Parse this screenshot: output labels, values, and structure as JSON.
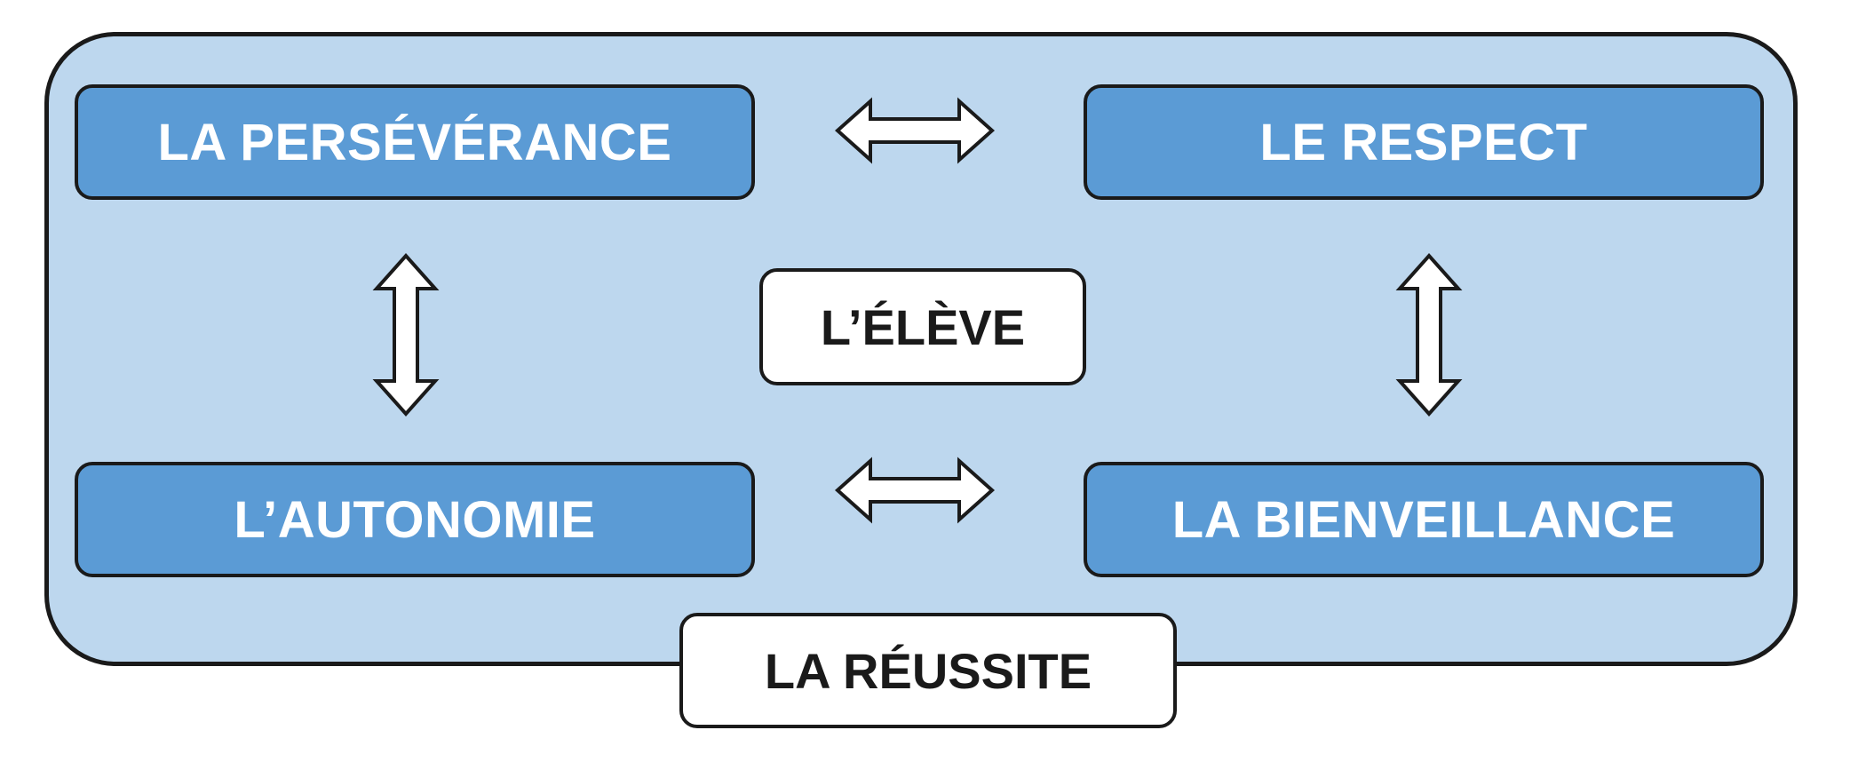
{
  "diagram": {
    "values": {
      "top_left": "LA PERSÉVÉRANCE",
      "top_right": "LE RESPECT",
      "bottom_left": "L’AUTONOMIE",
      "bottom_right": "LA BIENVEILLANCE"
    },
    "center": "L’ÉLÈVE",
    "outcome": "LA RÉUSSITE"
  },
  "colors": {
    "frame_fill": "#bdd7ee",
    "value_fill": "#5b9bd5",
    "value_text": "#ffffff",
    "outline": "#1a1a1a",
    "center_fill": "#ffffff"
  },
  "icons": {
    "horizontal": "double-headed-arrow-horizontal-icon",
    "vertical": "double-headed-arrow-vertical-icon"
  }
}
